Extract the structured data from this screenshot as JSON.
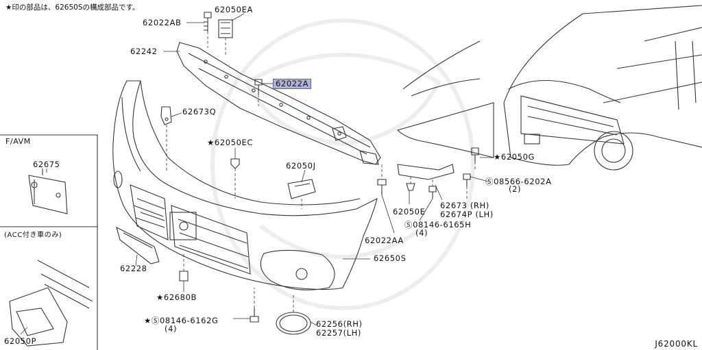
{
  "note": "★印の部品は、62650Sの構成部品です。",
  "diagram_code": "J62000KL",
  "colors": {
    "line": "#333333",
    "highlight_bg": "#aeb2d8",
    "highlight_border": "#5a61a6"
  },
  "insets": [
    {
      "title": "F/AVM",
      "parts": [
        "62675"
      ]
    },
    {
      "title": "(ACC付き車のみ)",
      "parts": [
        "62050P"
      ]
    }
  ],
  "labels": {
    "p62022AB": "62022AB",
    "p62050EA": "62050EA",
    "p62242": "62242",
    "p62022A": "62022A",
    "p62673Q": "62673Q",
    "p62050EC": "★62050EC",
    "p62050J": "62050J",
    "p62050G": "★62050G",
    "p08566_6202A": "Ⓢ08566-6202A",
    "p08566_qty": "(2)",
    "p62050E": "62050E",
    "p62673": "62673 (RH)",
    "p62674P": "62674P (LH)",
    "p08146_6165H": "Ⓢ08146-6165H",
    "p08146_6165H_qty": "(4)",
    "p62022AA": "62022AA",
    "p62650S": "62650S",
    "p62228": "62228",
    "p62680B": "★62680B",
    "p08146_6162G": "★Ⓢ08146-6162G",
    "p08146_6162G_qty": "(4)",
    "p62256": "62256(RH)",
    "p62257": "62257(LH)",
    "p62675": "62675",
    "p62050P": "62050P"
  }
}
